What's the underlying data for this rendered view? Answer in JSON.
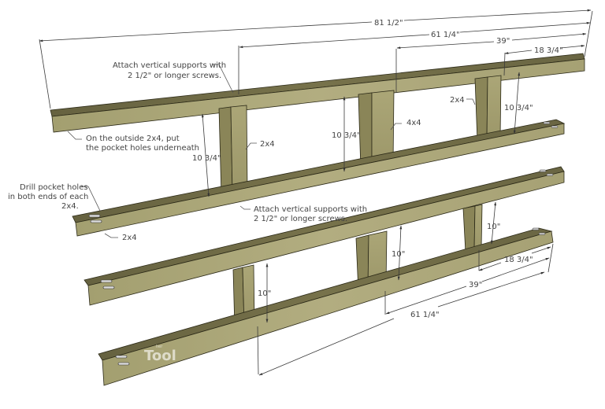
{
  "diagram": {
    "type": "woodworking-plan",
    "subject": "Two ladder frames of 2x4 rails with vertical supports",
    "colors": {
      "wood_top": "#6e6a45",
      "wood_front": "#aaa577",
      "wood_dark": "#5e5a38",
      "dimension_line": "#3a3a3a",
      "text": "#444444",
      "background": "#ffffff"
    },
    "upper_frame": {
      "dimensions": {
        "overall": "81 1/2\"",
        "to_first_support": "61 1/4\"",
        "to_center_support": "39\"",
        "to_end_support": "18 3/4\"",
        "gap_left": "10 3/4\"",
        "gap_center": "10 3/4\"",
        "gap_right": "10 3/4\""
      },
      "part_labels": {
        "left_support": "2x4",
        "center_support": "4x4",
        "right_support": "2x4",
        "bottom_rail": "2x4"
      },
      "notes": {
        "top_screws_line1": "Attach vertical supports with",
        "top_screws_line2": "2 1/2\" or longer screws.",
        "outside_line1": "On the outside 2x4, put",
        "outside_line2": "the pocket holes underneath",
        "drill_line1": "Drill pocket holes",
        "drill_line2": "in both ends of each",
        "drill_line3": "2x4.",
        "bottom_screws_line1": "Attach vertical supports with",
        "bottom_screws_line2": "2 1/2\" or longer screws."
      }
    },
    "lower_frame": {
      "dimensions": {
        "to_first_support": "61 1/4\"",
        "to_center_support": "39\"",
        "to_end_support": "18 3/4\"",
        "gap_left": "10\"",
        "gap_center": "10\"",
        "gap_right": "10\""
      }
    },
    "watermark": {
      "text": "Tool",
      "small_text": "her"
    }
  }
}
